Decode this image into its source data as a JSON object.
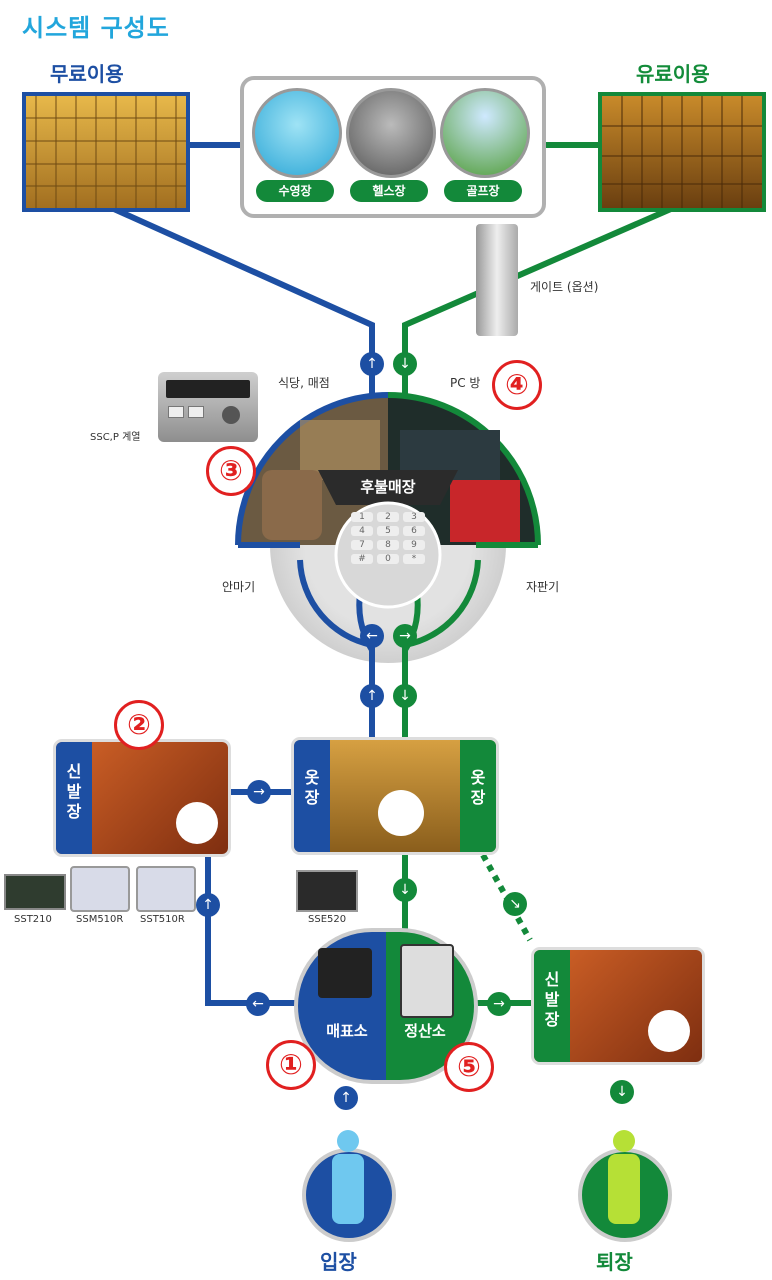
{
  "title": "시스템 구성도",
  "free_use": "무료이용",
  "paid_use": "유료이용",
  "facilities": [
    "수영장",
    "헬스장",
    "골프장"
  ],
  "gate_label": "게이트 (옵션)",
  "ssc_label": "SSC,P 계열",
  "restaurant_label": "식당, 매점",
  "pc_label": "PC 방",
  "postpay_label": "후불매장",
  "massage_label": "안마기",
  "vending_label": "자판기",
  "shoe_locker_label": "신\n발\n장",
  "clothes_locker_label": "옷\n장",
  "devices": [
    "SST210",
    "SSM510R",
    "SST510R"
  ],
  "sse_label": "SSE520",
  "ticket_label": "매표소",
  "settle_label": "정산소",
  "enter_label": "입장",
  "exit_label": "퇴장",
  "numbers": [
    "①",
    "②",
    "③",
    "④",
    "⑤"
  ],
  "colors": {
    "blue": "#1d4fa3",
    "green": "#13893a",
    "red": "#e12020",
    "title": "#22a6dc"
  },
  "keypad_keys": [
    "1",
    "2",
    "3",
    "4",
    "5",
    "6",
    "7",
    "8",
    "9",
    "0",
    "#",
    "*"
  ]
}
